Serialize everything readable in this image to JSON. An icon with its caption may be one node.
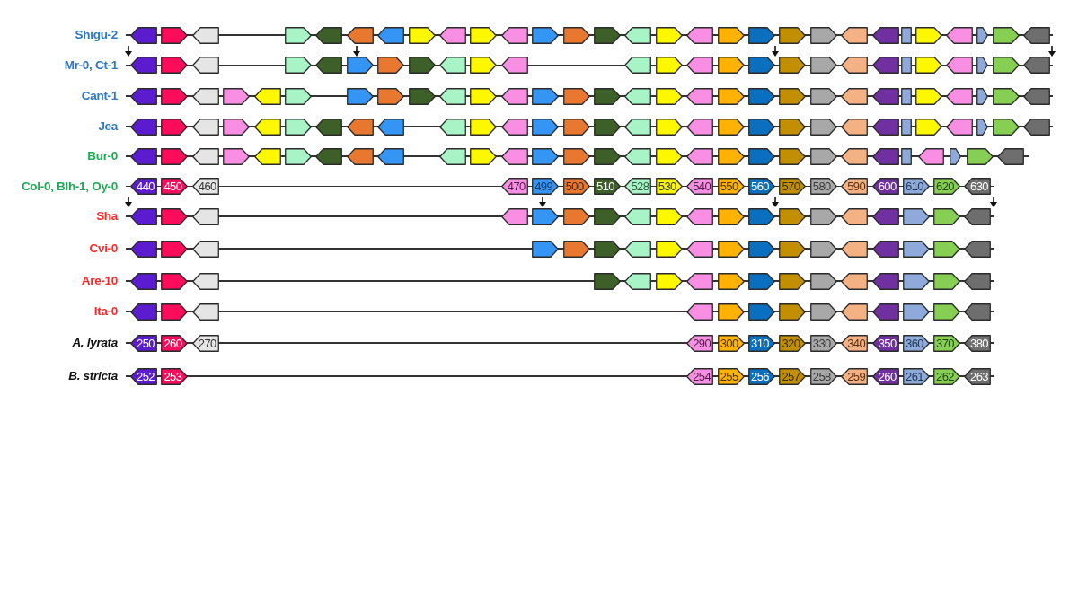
{
  "diagram": {
    "nodes": [
      {
        "text": [],
        "shape": "pentagon"
      },
      {
        "text": [],
        "shape": "pentagon"
      },
      {
        "text": [],
        "shape": "pentagon"
      },
      {
        "text": [],
        "shape": "pentagon"
      },
      {
        "text": [],
        "shape": "pentagon"
      },
      {
        "text": [],
        "shape": "pentagon"
      },
      {
        "text": [],
        "shape": "pentagon"
      },
      {
        "text": [],
        "shape": "pentagon"
      },
      {
        "text": [],
        "shape": "pentagon"
      },
      {
        "text": [],
        "shape": "pentagon"
      },
      {
        "text": [],
        "shape": "pentagon"
      },
      {
        "text": [],
        "shape": "pentagon"
      },
      {
        "text": [],
        "shape": "pentagon"
      },
      {
        "text": [],
        "shape": "pentagon"
      },
      {
        "text": [],
        "shape": "pentagon"
      },
      {
        "text": [],
        "shape": "pentagon"
      },
      {
        "text": [],
        "shape": "pentagon"
      },
      {
        "text": [],
        "shape": "pentagon"
      },
      {
        "text": [],
        "shape": "pentagon"
      },
      {
        "text": [],
        "shape": "pentagon"
      },
      {
        "text": [],
        "shape": "pentagon"
      },
      {
        "text": [],
        "shape": "pentagon"
      },
      {
        "text": [],
        "shape": "pentagon"
      },
      {
        "text": [],
        "shape": "box"
      },
      {
        "text": [],
        "shape": "pentagon"
      },
      {
        "text": [],
        "shape": "pentagon"
      },
      {
        "text": [],
        "shape": "pentagon"
      },
      {
        "text": [],
        "shape": "pentagon"
      },
      {
        "text": [],
        "shape": "pentagon"
      },
      {
        "text": [],
        "shape": "pentagon"
      },
      {
        "text": [],
        "shape": "pentagon"
      },
      {
        "text": [],
        "shape": "pentagon"
      },
      {
        "text": [],
        "shape": "pentagon"
      },
      {
        "text": [],
        "shape": "pentagon"
      },
      {
        "text": [],
        "shape": "pentagon"
      },
      {
        "text": [],
        "shape": "pentagon"
      },
      {
        "text": [],
        "shape": "pentagon"
      },
      {
        "text": [],
        "shape": "pentagon"
      },
      {
        "text": [],
        "shape": "pentagon"
      },
      {
        "text": [],
        "shape": "pentagon"
      },
      {
        "text": [],
        "shape": "pentagon"
      },
      {
        "text": [],
        "shape": "pentagon"
      },
      {
        "text": [],
        "shape": "pentagon"
      },
      {
        "text": [],
        "shape": "pentagon"
      },
      {
        "text": [],
        "shape": "pentagon"
      },
      {
        "text": [],
        "shape": "pentagon"
      },
      {
        "text": [],
        "shape": "pentagon"
      },
      {
        "text": [],
        "shape": "pentagon"
      },
      {
        "text": [],
        "shape": "pentagon"
      },
      {
        "text": [],
        "shape": "box"
      },
      {
        "text": [],
        "shape": "pentagon"
      },
      {
        "text": [],
        "shape": "pentagon"
      },
      {
        "text": [],
        "shape": "pentagon"
      },
      {
        "text": [],
        "shape": "pentagon"
      },
      {
        "text": [],
        "shape": "pentagon"
      },
      {
        "text": [],
        "shape": "pentagon"
      },
      {
        "text": [],
        "shape": "pentagon"
      },
      {
        "text": [],
        "shape": "pentagon"
      },
      {
        "text": [],
        "shape": "pentagon"
      },
      {
        "text": [],
        "shape": "pentagon"
      },
      {
        "text": [],
        "shape": "pentagon"
      },
      {
        "text": [],
        "shape": "pentagon"
      },
      {
        "text": [],
        "shape": "pentagon"
      },
      {
        "text": [],
        "shape": "pentagon"
      },
      {
        "text": [],
        "shape": "pentagon"
      },
      {
        "text": [],
        "shape": "pentagon"
      },
      {
        "text": [],
        "shape": "pentagon"
      },
      {
        "text": [],
        "shape": "pentagon"
      },
      {
        "text": [],
        "shape": "pentagon"
      },
      {
        "text": [],
        "shape": "pentagon"
      },
      {
        "text": [],
        "shape": "pentagon"
      },
      {
        "text": [],
        "shape": "pentagon"
      },
      {
        "text": [],
        "shape": "pentagon"
      },
      {
        "text": [],
        "shape": "pentagon"
      },
      {
        "text": [],
        "shape": "pentagon"
      },
      {
        "text": [],
        "shape": "pentagon"
      },
      {
        "text": [],
        "shape": "pentagon"
      },
      {
        "text": [],
        "shape": "pentagon"
      },
      {
        "text": [],
        "shape": "pentagon"
      },
      {
        "text": [],
        "shape": "box"
      },
      {
        "text": [],
        "shape": "pentagon"
      },
      {
        "text": [],
        "shape": "pentagon"
      },
      {
        "text": [],
        "shape": "pentagon"
      },
      {
        "text": [],
        "shape": "pentagon"
      },
      {
        "text": [],
        "shape": "pentagon"
      },
      {
        "text": [],
        "shape": "pentagon"
      },
      {
        "text": [],
        "shape": "pentagon"
      },
      {
        "text": [],
        "shape": "pentagon"
      },
      {
        "text": [],
        "shape": "pentagon"
      },
      {
        "text": [],
        "shape": "pentagon"
      },
      {
        "text": [],
        "shape": "pentagon"
      },
      {
        "text": [],
        "shape": "pentagon"
      },
      {
        "text": [],
        "shape": "pentagon"
      },
      {
        "text": [],
        "shape": "pentagon"
      },
      {
        "text": [],
        "shape": "pentagon"
      },
      {
        "text": [],
        "shape": "pentagon"
      },
      {
        "text": [],
        "shape": "pentagon"
      },
      {
        "text": [],
        "shape": "pentagon"
      },
      {
        "text": [],
        "shape": "pentagon"
      },
      {
        "text": [],
        "shape": "pentagon"
      },
      {
        "text": [],
        "shape": "pentagon"
      },
      {
        "text": [],
        "shape": "pentagon"
      },
      {
        "text": [],
        "shape": "pentagon"
      },
      {
        "text": [],
        "shape": "pentagon"
      },
      {
        "text": [],
        "shape": "pentagon"
      },
      {
        "text": [],
        "shape": "pentagon"
      },
      {
        "text": [],
        "shape": "pentagon"
      },
      {
        "text": [],
        "shape": "pentagon"
      },
      {
        "text": [],
        "shape": "pentagon"
      },
      {
        "text": [],
        "shape": "box"
      },
      {
        "text": [],
        "shape": "pentagon"
      },
      {
        "text": [],
        "shape": "pentagon"
      },
      {
        "text": [],
        "shape": "pentagon"
      },
      {
        "text": [],
        "shape": "pentagon"
      },
      {
        "text": [],
        "shape": "pentagon"
      },
      {
        "text": [],
        "shape": "pentagon"
      },
      {
        "text": [],
        "shape": "pentagon"
      },
      {
        "text": [],
        "shape": "pentagon"
      },
      {
        "text": [],
        "shape": "pentagon"
      },
      {
        "text": [],
        "shape": "pentagon"
      },
      {
        "text": [],
        "shape": "pentagon"
      },
      {
        "text": [],
        "shape": "pentagon"
      },
      {
        "text": [],
        "shape": "pentagon"
      },
      {
        "text": [],
        "shape": "pentagon"
      },
      {
        "text": [],
        "shape": "pentagon"
      },
      {
        "text": [],
        "shape": "pentagon"
      },
      {
        "text": [],
        "shape": "pentagon"
      },
      {
        "text": [],
        "shape": "pentagon"
      },
      {
        "text": [],
        "shape": "pentagon"
      },
      {
        "text": [],
        "shape": "pentagon"
      },
      {
        "text": [],
        "shape": "pentagon"
      },
      {
        "text": [],
        "shape": "pentagon"
      },
      {
        "text": [],
        "shape": "pentagon"
      },
      {
        "text": [],
        "shape": "pentagon"
      },
      {
        "text": [],
        "shape": "pentagon"
      },
      {
        "text": [],
        "shape": "pentagon"
      },
      {
        "text": [],
        "shape": "pentagon"
      },
      {
        "text": [],
        "shape": "pentagon"
      },
      {
        "text": [],
        "shape": "pentagon"
      },
      {
        "text": [],
        "shape": "box"
      },
      {
        "text": [],
        "shape": "pentagon"
      },
      {
        "text": [],
        "shape": "pentagon"
      },
      {
        "text": [],
        "shape": "pentagon"
      },
      {
        "text": [],
        "shape": "pentagon"
      },
      {
        "text": [
          "440"
        ]
      },
      {
        "text": [
          "450"
        ]
      },
      {
        "text": [
          "460"
        ]
      },
      {
        "text": [
          "470"
        ]
      },
      {
        "text": [
          "499"
        ]
      },
      {
        "text": [
          "500"
        ]
      },
      {
        "text": [
          "510"
        ]
      },
      {
        "text": [
          "528"
        ]
      },
      {
        "text": [
          "530"
        ]
      },
      {
        "text": [
          "540"
        ]
      },
      {
        "text": [
          "550"
        ]
      },
      {
        "text": [
          "560"
        ]
      },
      {
        "text": [
          "570"
        ]
      },
      {
        "text": [
          "580"
        ]
      },
      {
        "text": [
          "590"
        ]
      },
      {
        "text": [
          "600"
        ]
      },
      {
        "text": [
          "610"
        ]
      },
      {
        "text": [
          "620"
        ]
      },
      {
        "text": [
          "630"
        ]
      },
      {
        "text": [],
        "shape": "pentagon"
      },
      {
        "text": [],
        "shape": "pentagon"
      },
      {
        "text": [],
        "shape": "pentagon"
      },
      {
        "text": [],
        "shape": "pentagon"
      },
      {
        "text": [],
        "shape": "pentagon"
      },
      {
        "text": [],
        "shape": "pentagon"
      },
      {
        "text": [],
        "shape": "pentagon"
      },
      {
        "text": [],
        "shape": "pentagon"
      },
      {
        "text": [],
        "shape": "pentagon"
      },
      {
        "text": [],
        "shape": "pentagon"
      },
      {
        "text": [],
        "shape": "pentagon"
      },
      {
        "text": [],
        "shape": "pentagon"
      },
      {
        "text": [],
        "shape": "pentagon"
      },
      {
        "text": [],
        "shape": "pentagon"
      },
      {
        "text": [],
        "shape": "pentagon"
      },
      {
        "text": [],
        "shape": "pentagon"
      },
      {
        "text": [],
        "shape": "pentagon"
      },
      {
        "text": [],
        "shape": "pentagon"
      },
      {
        "text": [],
        "shape": "pentagon"
      },
      {
        "text": [],
        "shape": "pentagon"
      },
      {
        "text": [],
        "shape": "pentagon"
      },
      {
        "text": [],
        "shape": "pentagon"
      },
      {
        "text": [],
        "shape": "pentagon"
      },
      {
        "text": [],
        "shape": "pentagon"
      },
      {
        "text": [],
        "shape": "pentagon"
      },
      {
        "text": [],
        "shape": "pentagon"
      },
      {
        "text": [],
        "shape": "pentagon"
      },
      {
        "text": [],
        "shape": "pentagon"
      },
      {
        "text": [],
        "shape": "pentagon"
      },
      {
        "text": [],
        "shape": "pentagon"
      },
      {
        "text": [],
        "shape": "pentagon"
      },
      {
        "text": [],
        "shape": "pentagon"
      },
      {
        "text": [],
        "shape": "pentagon"
      },
      {
        "text": [],
        "shape": "pentagon"
      },
      {
        "text": [],
        "shape": "pentagon"
      },
      {
        "text": [],
        "shape": "pentagon"
      },
      {
        "text": [],
        "shape": "pentagon"
      },
      {
        "text": [],
        "shape": "pentagon"
      },
      {
        "text": [],
        "shape": "pentagon"
      },
      {
        "text": [],
        "shape": "pentagon"
      },
      {
        "text": [],
        "shape": "pentagon"
      },
      {
        "text": [],
        "shape": "pentagon"
      },
      {
        "text": [],
        "shape": "pentagon"
      },
      {
        "text": [],
        "shape": "pentagon"
      },
      {
        "text": [],
        "shape": "pentagon"
      },
      {
        "text": [],
        "shape": "pentagon"
      },
      {
        "text": [],
        "shape": "pentagon"
      },
      {
        "text": [],
        "shape": "pentagon"
      },
      {
        "text": [],
        "shape": "pentagon"
      },
      {
        "text": [],
        "shape": "pentagon"
      },
      {
        "text": [],
        "shape": "pentagon"
      },
      {
        "text": [],
        "shape": "pentagon"
      },
      {
        "text": [],
        "shape": "pentagon"
      },
      {
        "text": [],
        "shape": "pentagon"
      },
      {
        "text": [],
        "shape": "pentagon"
      },
      {
        "text": [],
        "shape": "pentagon"
      },
      {
        "text": [],
        "shape": "pentagon"
      },
      {
        "text": [],
        "shape": "pentagon"
      },
      {
        "text": [],
        "shape": "pentagon"
      },
      {
        "text": [],
        "shape": "pentagon"
      },
      {
        "text": [],
        "shape": "pentagon"
      },
      {
        "text": [],
        "shape": "pentagon"
      },
      {
        "text": [],
        "shape": "pentagon"
      },
      {
        "text": [],
        "shape": "pentagon"
      },
      {
        "text": [],
        "shape": "pentagon"
      },
      {
        "text": [],
        "shape": "pentagon"
      },
      {
        "text": [
          "250"
        ]
      },
      {
        "text": [
          "260"
        ]
      },
      {
        "text": [
          "270"
        ]
      },
      {
        "text": [
          "290"
        ]
      },
      {
        "text": [
          "300"
        ]
      },
      {
        "text": [
          "310"
        ]
      },
      {
        "text": [
          "320"
        ]
      },
      {
        "text": [
          "330"
        ]
      },
      {
        "text": [
          "340"
        ]
      },
      {
        "text": [
          "350"
        ]
      },
      {
        "text": [
          "360"
        ]
      },
      {
        "text": [
          "370"
        ]
      },
      {
        "text": [
          "380"
        ]
      },
      {
        "text": [
          "252"
        ]
      },
      {
        "text": [
          "253"
        ]
      },
      {
        "text": [
          "254"
        ]
      },
      {
        "text": [
          "255"
        ]
      },
      {
        "text": [
          "256"
        ]
      },
      {
        "text": [
          "257"
        ]
      },
      {
        "text": [
          "258"
        ]
      },
      {
        "text": [
          "259"
        ]
      },
      {
        "text": [
          "260"
        ]
      },
      {
        "text": [
          "261"
        ]
      },
      {
        "text": [
          "262"
        ]
      },
      {
        "text": [
          "263"
        ]
      }
    ],
    "labels": [
      "Shigu-2",
      "Mr-0, Ct-1",
      "Cant-1",
      "Jea",
      "Bur-0",
      "Col-0, Blh-1, Oy-0",
      "Sha",
      "Cvi-0",
      "Are-10",
      "Ita-0",
      "A. lyrata",
      "B. stricta"
    ]
  }
}
